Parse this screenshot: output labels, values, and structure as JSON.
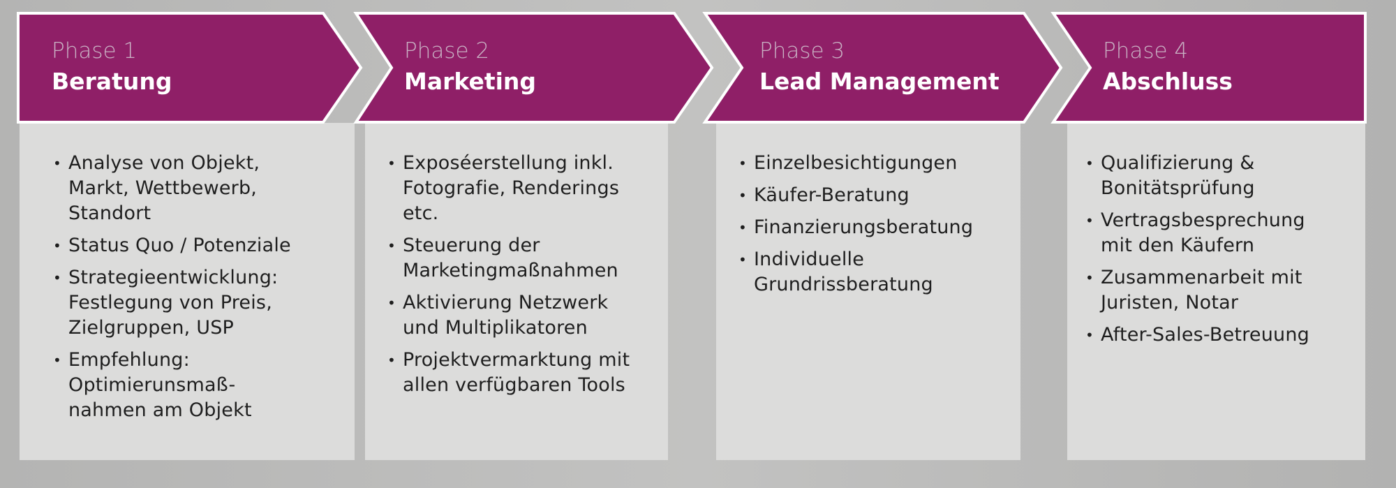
{
  "colors": {
    "banner": "#8f1f67",
    "card": "#dcdcdb",
    "background": "#bbbbba"
  },
  "phases": [
    {
      "label": "Phase 1",
      "title": "Beratung",
      "items": [
        "Analyse von Objekt,\nMarkt, Wettbewerb,\nStandort",
        "Status Quo / Potenziale",
        "Strategieentwicklung:\nFestlegung von Preis,\nZielgruppen, USP",
        "Empfehlung:\nOptimierunsmaß-\nnahmen am Objekt"
      ]
    },
    {
      "label": "Phase 2",
      "title": "Marketing",
      "items": [
        "Exposéerstellung inkl.\nFotografie, Renderings\netc.",
        "Steuerung der\nMarketingmaßnahmen",
        "Aktivierung Netzwerk\nund Multiplikatoren",
        "Projektvermarktung mit\nallen verfügbaren Tools"
      ]
    },
    {
      "label": "Phase 3",
      "title": "Lead Management",
      "items": [
        "Einzelbesichtigungen",
        "Käufer-Beratung",
        "Finanzierungsberatung",
        "Individuelle\nGrundrissberatung"
      ]
    },
    {
      "label": "Phase 4",
      "title": "Abschluss",
      "items": [
        "Qualifizierung &\nBonitätsprüfung",
        "Vertragsbesprechung\nmit den Käufern",
        "Zusammenarbeit mit\nJuristen, Notar",
        "After-Sales-Betreuung"
      ]
    }
  ]
}
